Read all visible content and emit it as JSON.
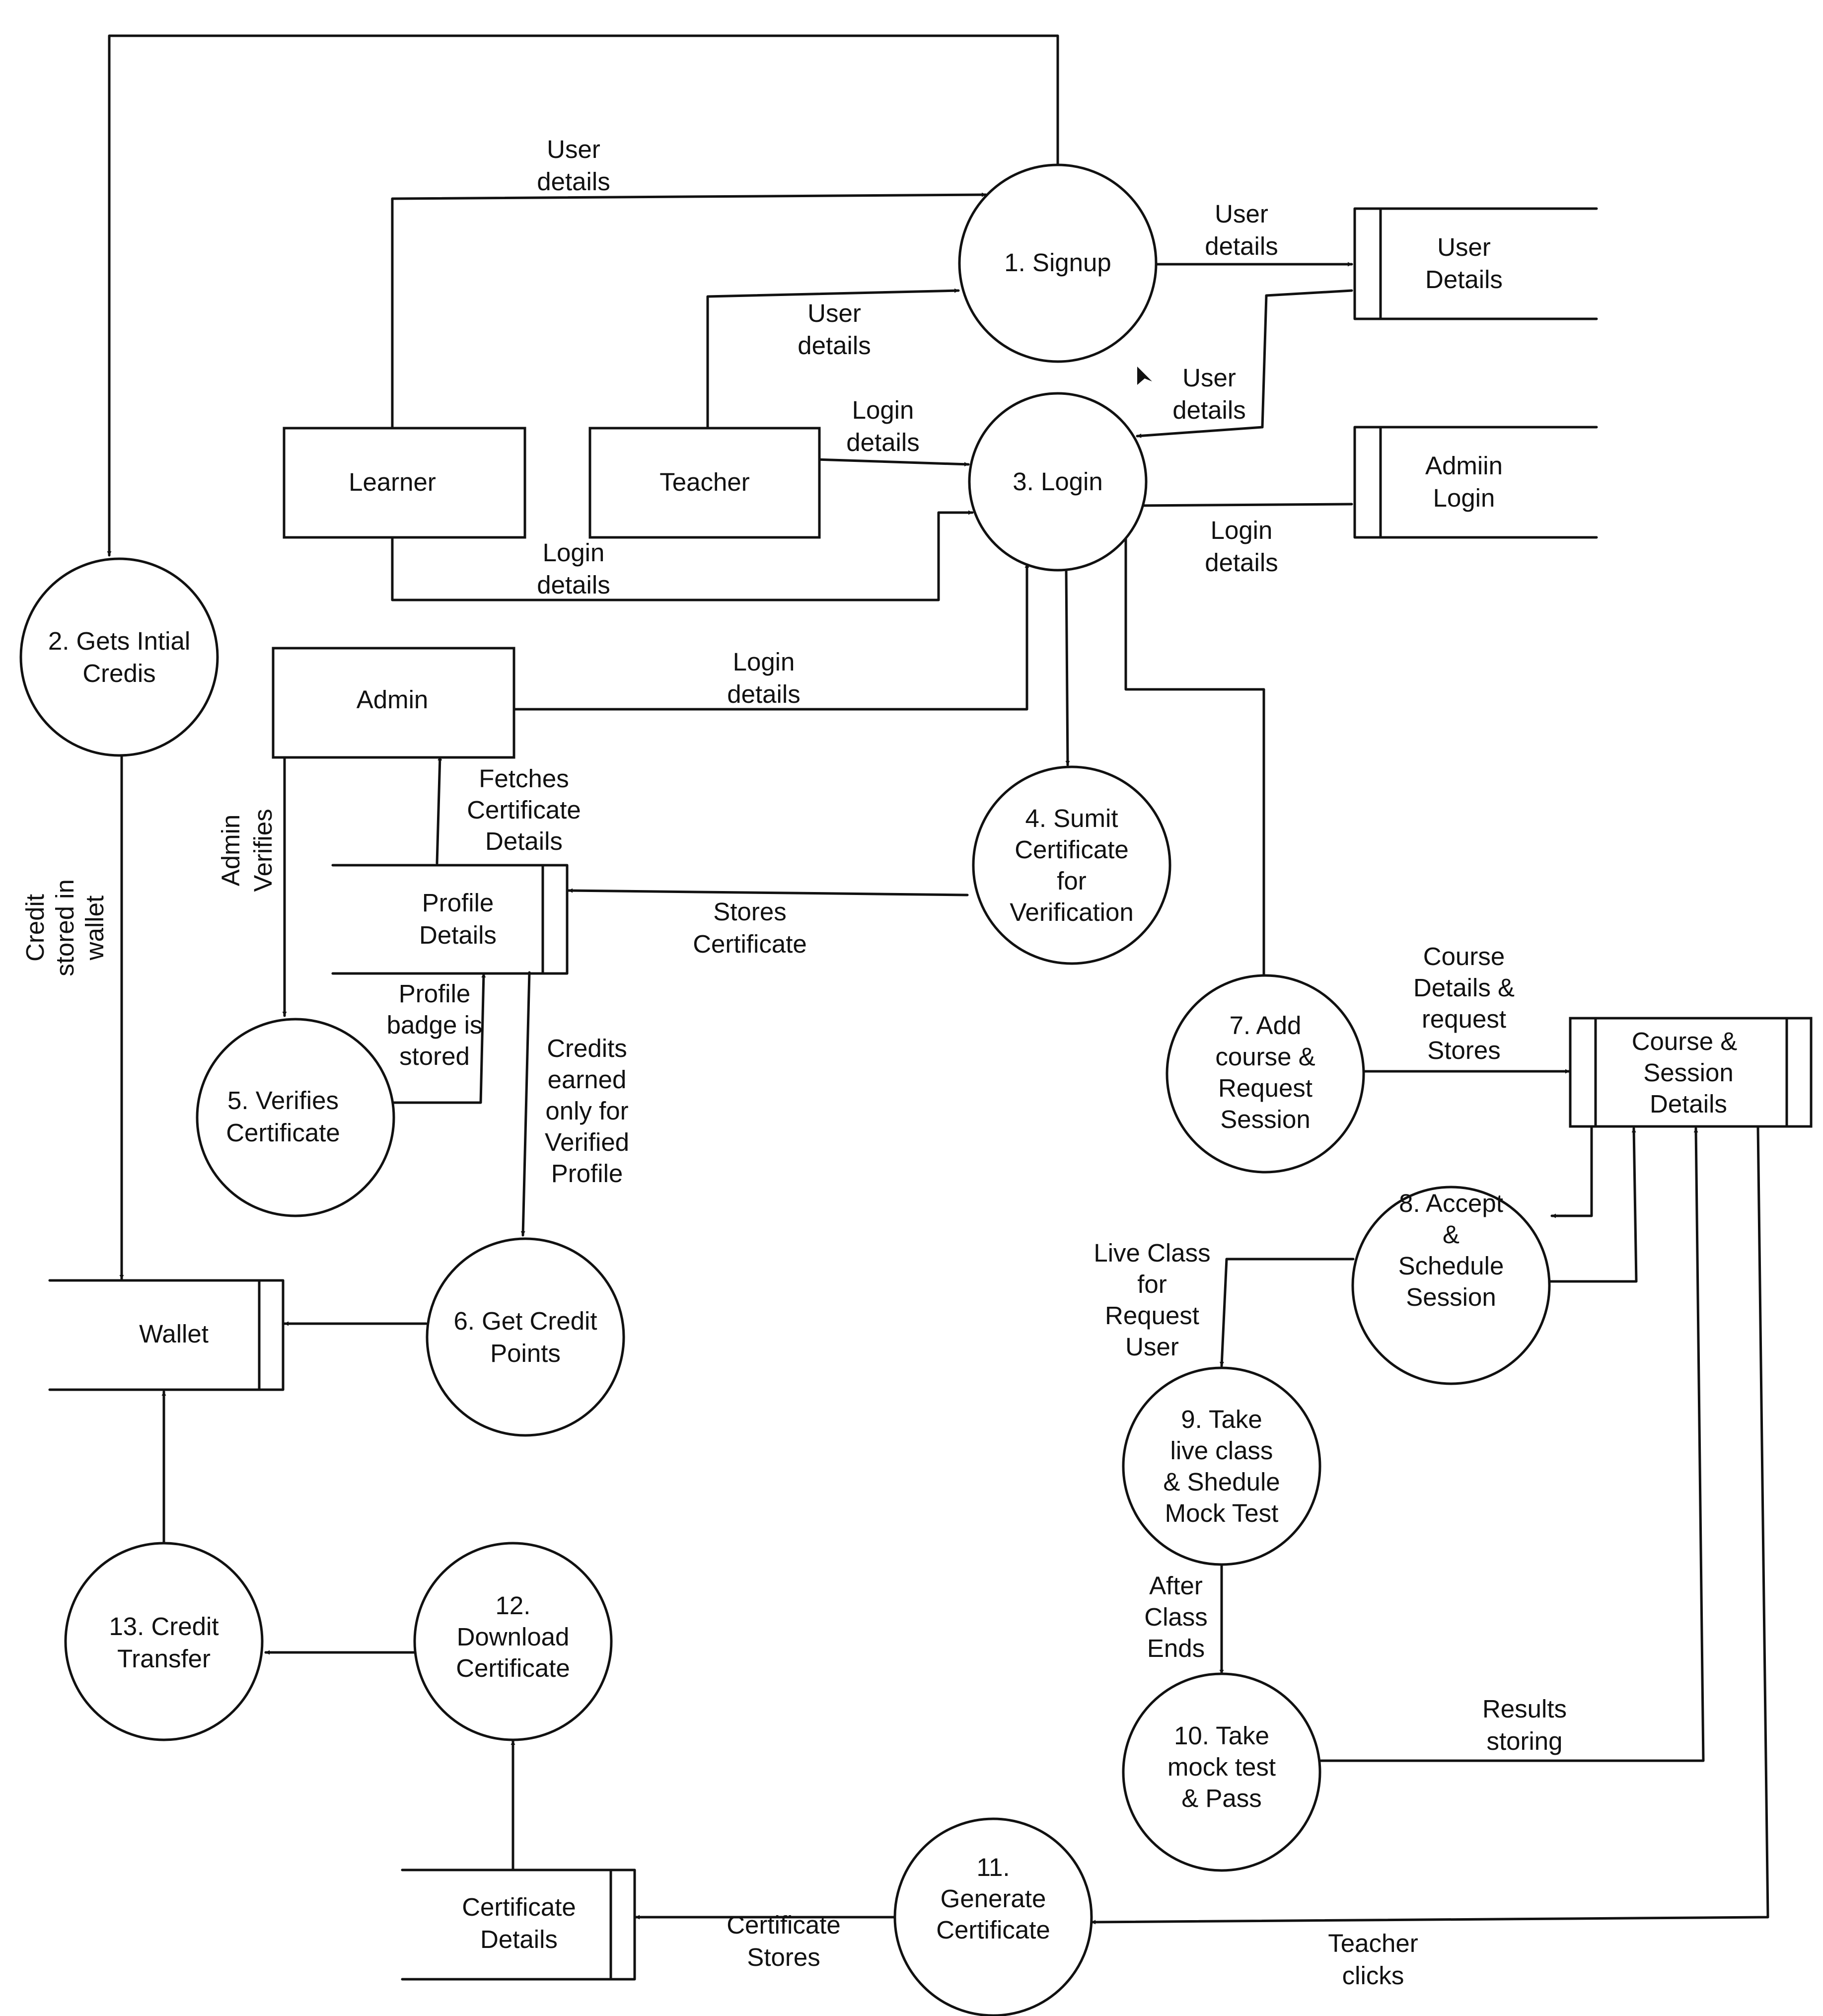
{
  "entities": {
    "learner": "Learner",
    "teacher": "Teacher",
    "admin": "Admin"
  },
  "processes": {
    "p1": [
      "1. Signup"
    ],
    "p2": [
      "2. Gets Intial",
      "Credis"
    ],
    "p3": [
      "3. Login"
    ],
    "p4": [
      "4. Sumit",
      "Certificate",
      "for",
      "Verification"
    ],
    "p5": [
      "5. Verifies",
      "Certificate"
    ],
    "p6": [
      "6. Get Credit",
      "Points"
    ],
    "p7": [
      "7. Add",
      "course &",
      "Request",
      "Session"
    ],
    "p8": [
      "8. Accept",
      "&",
      "Schedule",
      "Session"
    ],
    "p9": [
      "9. Take",
      "live class",
      "& Shedule",
      "Mock Test"
    ],
    "p10": [
      "10. Take",
      "mock test",
      "& Pass"
    ],
    "p11": [
      "11.",
      "Generate",
      "Certificate"
    ],
    "p12": [
      "12.",
      "Download",
      "Certificate"
    ],
    "p13": [
      "13. Credit",
      "Transfer"
    ]
  },
  "stores": {
    "user_details": [
      "User",
      "Details"
    ],
    "admin_login": [
      "Admiin",
      "Login"
    ],
    "profile_details": [
      "Profile",
      "Details"
    ],
    "wallet": [
      "Wallet"
    ],
    "course_session": [
      "Course &",
      "Session",
      "Details"
    ],
    "certificate_details": [
      "Certificate",
      "Details"
    ]
  },
  "flows": {
    "learner_signup": [
      "User",
      "details"
    ],
    "signup_store": [
      "User",
      "details"
    ],
    "teacher_signup": [
      "User",
      "details"
    ],
    "store_login": [
      "User",
      "details"
    ],
    "teacher_login": [
      "Login",
      "details"
    ],
    "admin_store_login": [
      "Login",
      "details"
    ],
    "learner_login": [
      "Login",
      "details"
    ],
    "admin_login": [
      "Login",
      "details"
    ],
    "fetches": [
      "Fetches",
      "Certificate",
      "Details"
    ],
    "admin_verifies": [
      "Admin",
      "Verifies"
    ],
    "credit_wallet": [
      "Credit",
      "stored in",
      "wallet"
    ],
    "stores_certificate": [
      "Stores",
      "Certificate"
    ],
    "badge": [
      "Profile",
      "badge is",
      "stored"
    ],
    "credits_earned": [
      "Credits",
      "earned",
      "only for",
      "Verified",
      "Profile"
    ],
    "course_request": [
      "Course",
      "Details &",
      "request",
      "Stores"
    ],
    "live_class": [
      "Live Class",
      "for",
      "Request",
      "User"
    ],
    "after_class": [
      "After",
      "Class",
      "Ends"
    ],
    "results": [
      "Results",
      "storing"
    ],
    "teacher_clicks": [
      "Teacher",
      "clicks"
    ],
    "cert_stores": [
      "Certificate",
      "Stores"
    ]
  }
}
